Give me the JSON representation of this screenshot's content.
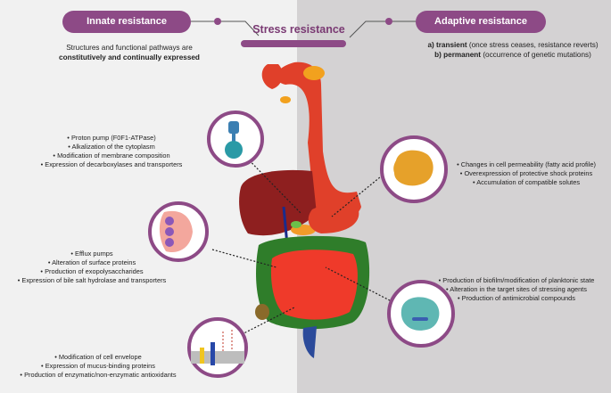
{
  "header": {
    "innate_label": "Innate resistance",
    "adaptive_label": "Adaptive resistance",
    "center_title": "Stress resistance"
  },
  "innate_description": {
    "line1": "Structures and functional pathways are",
    "line2": "constitutively and continually expressed"
  },
  "adaptive_description": {
    "transient_label": "a) transient",
    "transient_text": "(once stress ceases, resistance reverts)",
    "permanent_label": "b) permanent",
    "permanent_text": "(occurrence of genetic mutations)"
  },
  "mechanisms": {
    "proton": [
      "Proton pump (F0F1-ATPase)",
      "Alkalization of the cytoplasm",
      "Modification of membrane composition",
      "Expression of decarboxylases and transporters"
    ],
    "efflux": [
      "Efflux pumps",
      "Alteration of surface proteins",
      "Production of exopolysaccharides",
      "Expression of bile salt hydrolase and transporters"
    ],
    "envelope": [
      "Modification of cell envelope",
      "Expression of mucus-binding proteins",
      "Production of enzymatic/non-enzymatic antioxidants"
    ],
    "permeability": [
      "Changes in cell permeability (fatty acid profile)",
      "Overexpression of protective shock proteins",
      "Accumulation of compatible solutes"
    ],
    "biofilm": [
      "Production of biofilm/modification of planktonic state",
      "Alteration in the target sites of stressing agents",
      "Production of antimicrobial compounds"
    ]
  },
  "colors": {
    "accent": "#8d4a86",
    "left_panel": "#f1f1f1",
    "right_panel": "#d4d2d3"
  }
}
